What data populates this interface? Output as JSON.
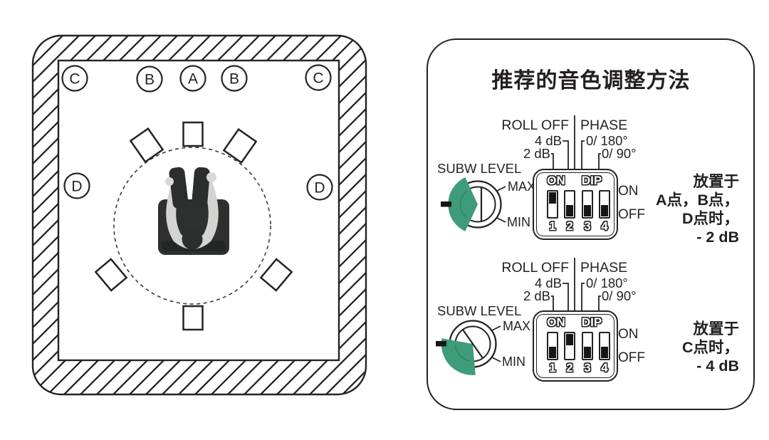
{
  "room": {
    "positions_top": [
      "C",
      "B",
      "A",
      "B",
      "C"
    ],
    "position_left": "D",
    "position_right": "D"
  },
  "panel": {
    "title": "推荐的音色调整方法",
    "accent_green": "#3E9C7B",
    "groups": [
      {
        "roll_off_label": "ROLL OFF",
        "phase_label": "PHASE",
        "roll_off_4db": "4 dB",
        "roll_off_2db": "2 dB",
        "phase_180": "0/ 180°",
        "phase_90": "0/ 90°",
        "subw_level_label": "SUBW LEVEL",
        "max_label": "MAX",
        "min_label": "MIN",
        "dip_header_on": "ON",
        "dip_header_dip": "DIP",
        "on_label": "ON",
        "off_label": "OFF",
        "switches": [
          {
            "number": "1",
            "state": "on"
          },
          {
            "number": "2",
            "state": "off"
          },
          {
            "number": "3",
            "state": "off"
          },
          {
            "number": "4",
            "state": "off"
          }
        ],
        "note_lines": [
          "放置于",
          "A点，B点，",
          "D点时，",
          "- 2 dB"
        ]
      },
      {
        "roll_off_label": "ROLL OFF",
        "phase_label": "PHASE",
        "roll_off_4db": "4 dB",
        "roll_off_2db": "2 dB",
        "phase_180": "0/ 180°",
        "phase_90": "0/ 90°",
        "subw_level_label": "SUBW LEVEL",
        "max_label": "MAX",
        "min_label": "MIN",
        "dip_header_on": "ON",
        "dip_header_dip": "DIP",
        "on_label": "ON",
        "off_label": "OFF",
        "switches": [
          {
            "number": "1",
            "state": "off"
          },
          {
            "number": "2",
            "state": "on"
          },
          {
            "number": "3",
            "state": "off"
          },
          {
            "number": "4",
            "state": "off"
          }
        ],
        "note_lines": [
          "放置于",
          "C点时，",
          "- 4 dB"
        ]
      }
    ]
  }
}
